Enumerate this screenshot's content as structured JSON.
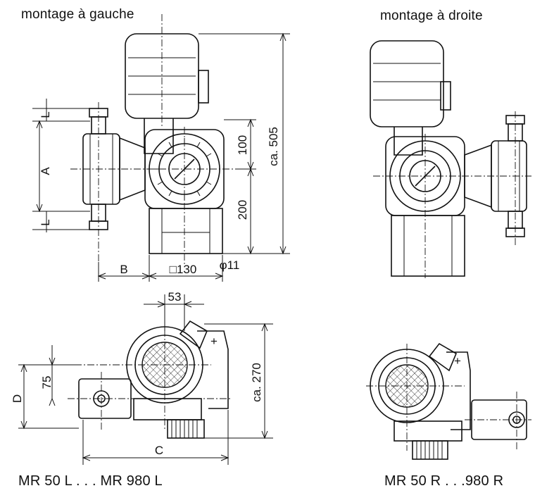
{
  "titles": {
    "left": "montage à gauche",
    "right": "montage à droite"
  },
  "captions": {
    "left": "MR 50 L . . . MR 980 L",
    "right": "MR 50 R . . .980 R"
  },
  "dimensions": {
    "height_total": "ca. 505",
    "upper": "100",
    "lower": "200",
    "a": "A",
    "l": "L",
    "b": "B",
    "base": "□130",
    "hole": "φ11",
    "width_53": "53",
    "depth_270": "ca. 270",
    "d75": "75",
    "d": "D",
    "c": "C"
  }
}
